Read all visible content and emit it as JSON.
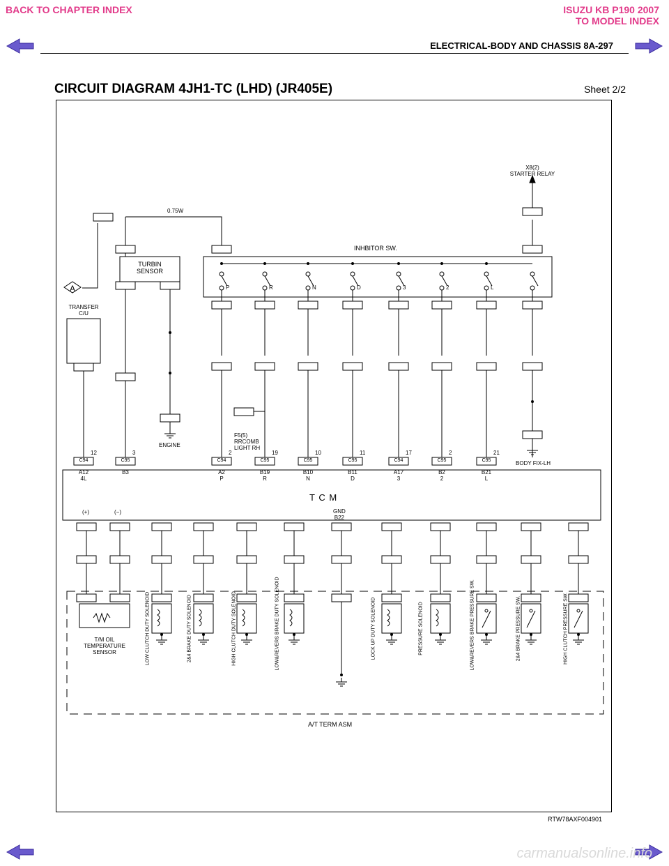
{
  "nav": {
    "back_chapter": "BACK TO CHAPTER INDEX",
    "model_line1": "ISUZU KB P190 2007",
    "model_line2": "TO MODEL INDEX"
  },
  "header": {
    "section": "ELECTRICAL-BODY AND CHASSIS  8A-297"
  },
  "title": {
    "main": "CIRCUIT DIAGRAM 4JH1-TC (LHD) (JR405E)",
    "sheet": "Sheet 2/2"
  },
  "labels": {
    "starter_relay": [
      "X8(2)",
      "STARTER RELAY"
    ],
    "inhibitor": "INHBITOR SW.",
    "turbine": [
      "TURBIN",
      "SENSOR"
    ],
    "transfer": [
      "TRANSFER",
      "C/U"
    ],
    "engine": "ENGINE",
    "body_fix": "BODY FIX-LH",
    "f5": [
      "F5(5)",
      "RRCOMB",
      "LIGHT RH"
    ],
    "tcm": "T C M",
    "gnd": [
      "GND",
      "B22"
    ],
    "at_term": "A/T TERM ASM",
    "tm_oil": [
      "T/M OIL",
      "TEMPERATURE",
      "SENSOR"
    ],
    "marker_a": "A",
    "wire_075w": "0.75W",
    "plus": "(+)",
    "minus": "(−)"
  },
  "inhibitor_positions": [
    "P",
    "R",
    "N",
    "D",
    "3",
    "2",
    "L"
  ],
  "tcm_top": [
    {
      "conn": "C94",
      "pin": "12",
      "term": [
        "A12",
        "4L"
      ]
    },
    {
      "conn": "C95",
      "pin": "3",
      "term": [
        "B3",
        ""
      ]
    },
    {
      "conn": "C94",
      "pin": "2",
      "term": [
        "A2",
        "P"
      ]
    },
    {
      "conn": "C95",
      "pin": "19",
      "term": [
        "B19",
        "R"
      ]
    },
    {
      "conn": "C95",
      "pin": "10",
      "term": [
        "B10",
        "N"
      ]
    },
    {
      "conn": "C95",
      "pin": "11",
      "term": [
        "B11",
        "D"
      ]
    },
    {
      "conn": "C94",
      "pin": "17",
      "term": [
        "A17",
        "3"
      ]
    },
    {
      "conn": "C95",
      "pin": "2",
      "term": [
        "B2",
        "2"
      ]
    },
    {
      "conn": "C95",
      "pin": "21",
      "term": [
        "B21",
        "L"
      ]
    }
  ],
  "bottom_components": [
    "LOW CLUTCH DUTY SOLENOID",
    "2&4 BRAKE DUTY SOLENOID",
    "HIGH CLUTCH DUTY SOLENOID",
    "LOW&REVERS BRAKE DUTY SOLENOID",
    "LOCK UP DUTY SOLENOID",
    "PRESSURE SOLENOID",
    "LOW&REVERS BRAKE PRESSURE SW.",
    "2&4 BRAKE PRESSURE SW.",
    "HIGH CLUTCH PRESSURE SW."
  ],
  "footer": {
    "code": "RTW78AXF004901",
    "watermark": "carmanualsonline.info"
  }
}
